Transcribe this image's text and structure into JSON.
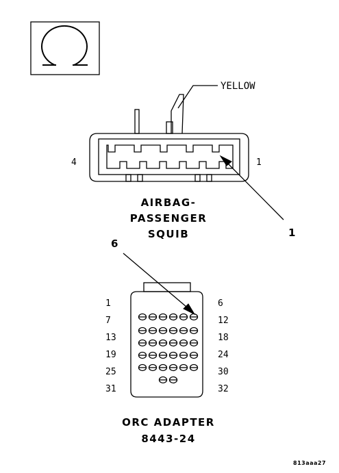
{
  "wire_color_label": "YELLOW",
  "squib": {
    "title_line1": "AIRBAG-",
    "title_line2": "PASSENGER",
    "title_line3": "SQUIB",
    "pin_left": "4",
    "pin_right": "1",
    "callout": "1"
  },
  "orc": {
    "title_line1": "ORC ADAPTER",
    "title_line2": "8443-24",
    "callout": "6",
    "pin_labels_left": [
      "1",
      "7",
      "13",
      "19",
      "25",
      "31"
    ],
    "pin_labels_right": [
      "6",
      "12",
      "18",
      "24",
      "30",
      "32"
    ]
  },
  "figure_code": "813aaa27",
  "icons": [
    "connector-view-symbol-icon"
  ]
}
